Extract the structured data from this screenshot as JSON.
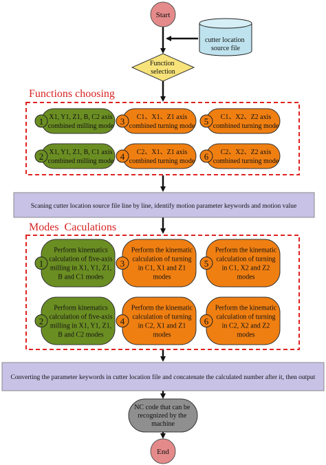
{
  "flow": {
    "start": "Start",
    "end": "End",
    "source_file": [
      "cutter location",
      "source file"
    ],
    "decision": [
      "Function",
      "selection"
    ],
    "scan_step": "Scaning cutter location source file line by line, identify motion parameter keywords and motion value",
    "convert_step": "Converting the parameter keywords in cutter location file and concatenate the calculated number after it, then output",
    "nc_output": [
      "NC code that can be",
      "recognized by the",
      "machine"
    ]
  },
  "sections": {
    "functions_title": "Functions choosing",
    "modes_title": "Modes  Caculations"
  },
  "functions": [
    {
      "num": "1",
      "lines": [
        "X1, Y1, Z1, B, C2 axis",
        "combined milling mode"
      ]
    },
    {
      "num": "3",
      "lines": [
        "C1、X1、Z1 axis",
        "combined turning mode"
      ]
    },
    {
      "num": "5",
      "lines": [
        "C1、X2、Z2 axis",
        "combined turning mode"
      ]
    },
    {
      "num": "2",
      "lines": [
        "X1, Y1, Z1, B, C1 axis",
        "combined milling mode"
      ]
    },
    {
      "num": "4",
      "lines": [
        "C2、X1、Z1 axis",
        "combined turning mode"
      ]
    },
    {
      "num": "6",
      "lines": [
        "C2、X2、Z2 axis",
        "combined turning mode"
      ]
    }
  ],
  "modes": [
    {
      "num": "1",
      "lines": [
        "Perform kinematics",
        "calculation of five-axis",
        "milling in X1, Y1, Z1,",
        "B and C1 modes"
      ]
    },
    {
      "num": "3",
      "lines": [
        "Perform the kinematic",
        "calculation of turning",
        "in C1, X1 and Z1",
        "modes"
      ]
    },
    {
      "num": "5",
      "lines": [
        "Perform the kinematic",
        "calculation of turning",
        "in C1, X2 and Z2",
        "modes"
      ]
    },
    {
      "num": "2",
      "lines": [
        "Perform kinematics",
        "calculation of five-axis",
        "milling in X1, Y1, Z1,",
        "B and C2 modes"
      ]
    },
    {
      "num": "4",
      "lines": [
        "Perform the kinematic",
        "calculation of turning",
        "in C2, X1 and Z1",
        "modes"
      ]
    },
    {
      "num": "6",
      "lines": [
        "Perform the kinematic",
        "calculation of turning",
        "in C2, X2 and Z2",
        "modes"
      ]
    }
  ],
  "colors": {
    "terminal": "#e58a8a",
    "database": "#bfe3ee",
    "decision": "#f7e37a",
    "milling": "#6b8e23",
    "turning": "#f07f12",
    "process": "#c7c2e6",
    "output": "#8f8f8f",
    "dashed_border": "#e02020"
  }
}
